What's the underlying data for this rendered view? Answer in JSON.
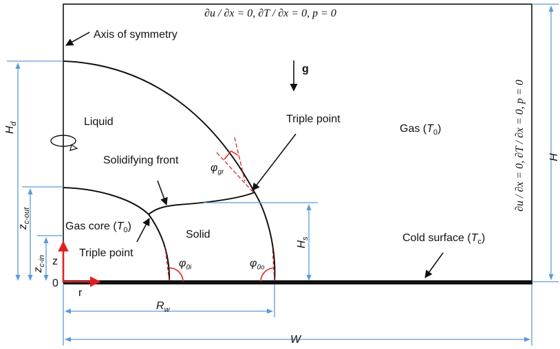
{
  "labels": {
    "axis_of_symmetry": "Axis of symmetry",
    "liquid": "Liquid",
    "solidifying_front": "Solidifying front",
    "triple_point_upper": "Triple point",
    "triple_point_lower": "Triple point",
    "gas_core": "Gas core (",
    "gas_core_sym": "T",
    "gas_core_sub": "0",
    "gas_core_close": ")",
    "solid": "Solid",
    "gas": "Gas (",
    "gas_sym": "T",
    "gas_sub": "0",
    "gas_close": ")",
    "cold_surface": "Cold surface (",
    "cold_sym": "T",
    "cold_sub": "c",
    "cold_close": ")",
    "gravity": "g",
    "origin": "0",
    "r_axis": "r",
    "z_axis": "z"
  },
  "boundary_conditions": {
    "top": "∂u / ∂x = 0,  ∂T / ∂x = 0,  p = 0",
    "right": "∂u / ∂x = 0,  ∂T / ∂x = 0,  p = 0"
  },
  "dimensions": {
    "H_d": {
      "sym": "H",
      "sub": "d"
    },
    "z_c_out": {
      "sym": "z",
      "sub": "c-out"
    },
    "z_c_in": {
      "sym": "z",
      "sub": "c-in"
    },
    "H_s": {
      "sym": "H",
      "sub": "s"
    },
    "H": {
      "sym": "H"
    },
    "R_w": {
      "sym": "R",
      "sub": "w"
    },
    "W": {
      "sym": "W"
    }
  },
  "angles": {
    "phi_gr": {
      "sym": "φ",
      "sub": "gr"
    },
    "phi_0i": {
      "sym": "φ",
      "sub": "0i"
    },
    "phi_0o": {
      "sym": "φ",
      "sub": "0o"
    }
  },
  "colors": {
    "line": "#111111",
    "dimension": "#5b9bd5",
    "angle": "#e02020"
  }
}
